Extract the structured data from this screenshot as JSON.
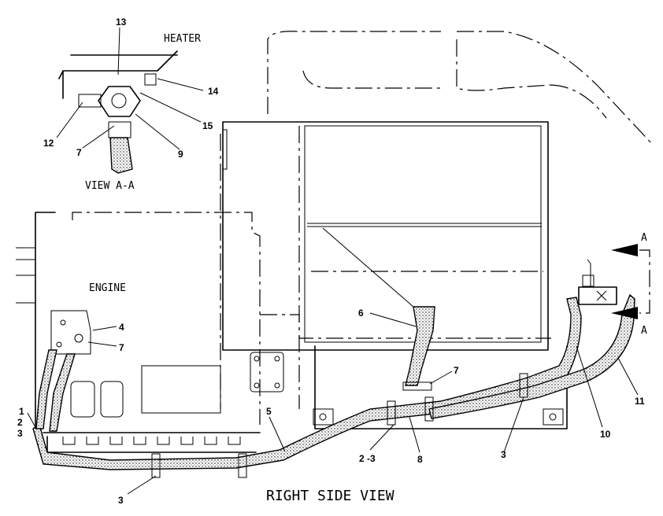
{
  "title": "RIGHT SIDE VIEW",
  "view_label": "VIEW A-A",
  "engine_label": "ENGINE",
  "heater_label": "HEATER",
  "section_marks": [
    "A",
    "A"
  ],
  "callouts": {
    "c1": "1",
    "c2": "2",
    "c3": "3",
    "c4": "4",
    "c5": "5",
    "c6": "6",
    "c7a": "7",
    "c7b": "7",
    "c7c": "7",
    "c8": "8",
    "c9": "9",
    "c10": "10",
    "c11": "11",
    "c12": "12",
    "c13": "13",
    "c14": "14",
    "c15": "15",
    "c23": "2 -3",
    "c3b": "3",
    "c3c": "3"
  }
}
